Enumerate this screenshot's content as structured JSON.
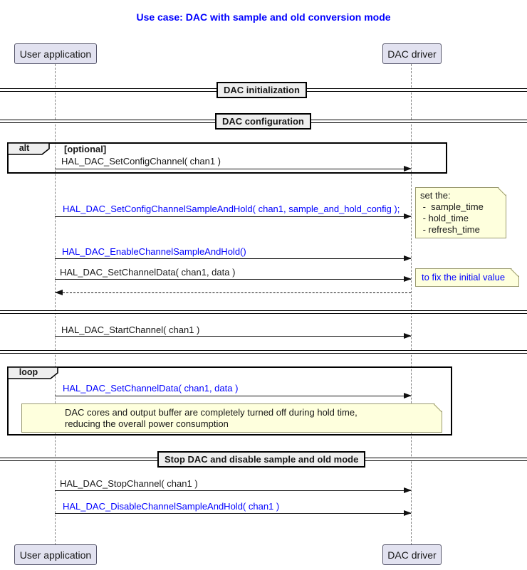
{
  "title": "Use case: DAC with sample and old conversion mode",
  "colors": {
    "accent_blue": "#0000FF",
    "participant_bg": "#E2E2F0",
    "note_bg": "#FEFFDD",
    "fragment_label_bg": "#EEEEEE",
    "divider_label_bg": "#EEEEEE"
  },
  "participants": {
    "left": {
      "label": "User application"
    },
    "right": {
      "label": "DAC driver"
    }
  },
  "dividers": {
    "init": {
      "label": "DAC initialization"
    },
    "config": {
      "label": "DAC configuration"
    },
    "stop": {
      "label": "Stop DAC and disable sample and old mode"
    }
  },
  "fragments": {
    "alt": {
      "keyword": "alt",
      "guard": "[optional]"
    },
    "loop": {
      "keyword": "loop"
    }
  },
  "messages": {
    "set_config_channel": {
      "label": "HAL_DAC_SetConfigChannel( chan1 )",
      "color": "black"
    },
    "set_config_sh": {
      "label": "HAL_DAC_SetConfigChannelSampleAndHold( chan1, sample_and_hold_config );",
      "color": "blue"
    },
    "enable_sh": {
      "label": "HAL_DAC_EnableChannelSampleAndHold()",
      "color": "blue"
    },
    "set_channel_data": {
      "label": "HAL_DAC_SetChannelData( chan1, data )",
      "color": "black"
    },
    "start_channel": {
      "label": "HAL_DAC_StartChannel( chan1 )",
      "color": "black"
    },
    "loop_set_channel_data": {
      "label": "HAL_DAC_SetChannelData( chan1, data )",
      "color": "blue"
    },
    "stop_channel": {
      "label": "HAL_DAC_StopChannel( chan1 )",
      "color": "black"
    },
    "disable_sh": {
      "label": "HAL_DAC_DisableChannelSampleAndHold( chan1 )",
      "color": "blue"
    }
  },
  "notes": {
    "set_the": {
      "lines": [
        "set the:",
        " -  sample_time",
        " - hold_time",
        " - refresh_time"
      ]
    },
    "fix_initial": {
      "text": "to fix the initial value"
    },
    "power": {
      "lines": [
        "DAC cores and output buffer are completely turned off during hold time,",
        "reducing the overall power consumption"
      ]
    }
  }
}
